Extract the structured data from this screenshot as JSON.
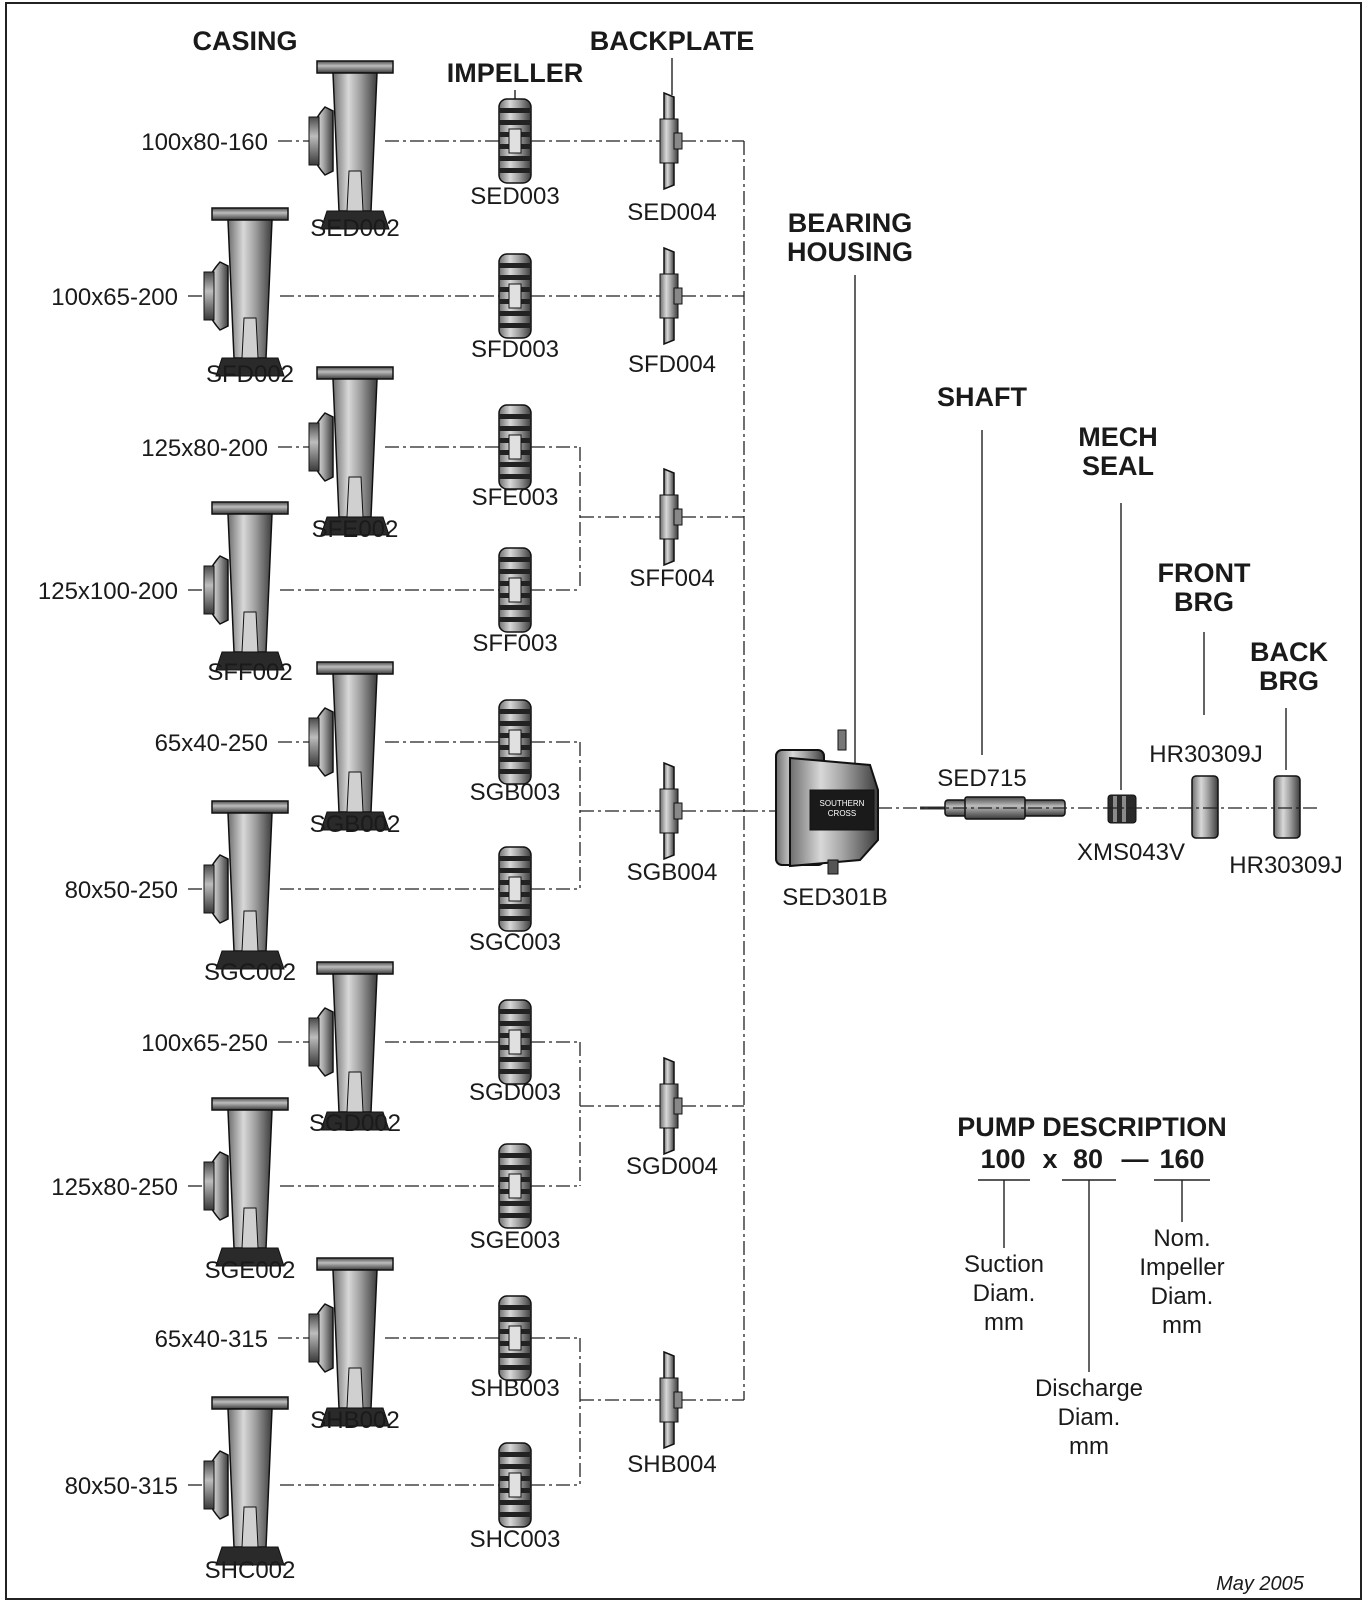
{
  "headers": {
    "casing": "CASING",
    "impeller": "IMPELLER",
    "backplate": "BACKPLATE",
    "bearing_housing_1": "BEARING",
    "bearing_housing_2": "HOUSING",
    "shaft": "SHAFT",
    "mech_seal_1": "MECH",
    "mech_seal_2": "SEAL",
    "front_brg_1": "FRONT",
    "front_brg_2": "BRG",
    "back_brg_1": "BACK",
    "back_brg_2": "BRG"
  },
  "pumps": [
    {
      "size": "100x80-160",
      "casing": "SED002",
      "impeller": "SED003"
    },
    {
      "size": "100x65-200",
      "casing": "SFD002",
      "impeller": "SFD003"
    },
    {
      "size": "125x80-200",
      "casing": "SFE002",
      "impeller": "SFE003"
    },
    {
      "size": "125x100-200",
      "casing": "SFF002",
      "impeller": "SFF003"
    },
    {
      "size": "65x40-250",
      "casing": "SGB002",
      "impeller": "SGB003"
    },
    {
      "size": "80x50-250",
      "casing": "SGC002",
      "impeller": "SGC003"
    },
    {
      "size": "100x65-250",
      "casing": "SGD002",
      "impeller": "SGD003"
    },
    {
      "size": "125x80-250",
      "casing": "SGE002",
      "impeller": "SGE003"
    },
    {
      "size": "65x40-315",
      "casing": "SHB002",
      "impeller": "SHB003"
    },
    {
      "size": "80x50-315",
      "casing": "SHC002",
      "impeller": "SHC003"
    }
  ],
  "backplates": [
    "SED004",
    "SFD004",
    "SFF004",
    "SGB004",
    "SGD004",
    "SHB004"
  ],
  "common_parts": {
    "bearing_housing": "SED301B",
    "housing_logo_1": "SOUTHERN",
    "housing_logo_2": "CROSS",
    "shaft": "SED715",
    "mech_seal": "XMS043V",
    "front_brg": "HR30309J",
    "back_brg": "HR30309J"
  },
  "pump_description": {
    "title": "PUMP DESCRIPTION",
    "example_suction": "100",
    "example_x": "x",
    "example_discharge": "80",
    "example_dash": "—",
    "example_impeller": "160",
    "suction": [
      "Suction",
      "Diam.",
      "mm"
    ],
    "discharge": [
      "Discharge",
      "Diam.",
      "mm"
    ],
    "impeller": [
      "Nom.",
      "Impeller",
      "Diam.",
      "mm"
    ]
  },
  "date": "May 2005"
}
